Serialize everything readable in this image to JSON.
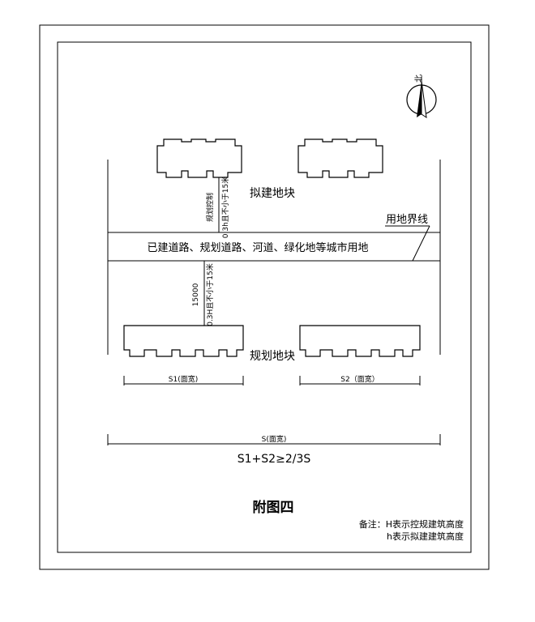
{
  "compass": {
    "label": "北",
    "icon": "north-arrow-icon"
  },
  "blocks": {
    "proposed": "拟建地块",
    "planned": "规划地块"
  },
  "boundary_label": "用地界线",
  "road_label": "已建道路、规划道路、河道、绿化地等城市用地",
  "dimensions": {
    "top_vertical_1": "规划控制",
    "top_vertical_2": "0.3h且不小于15米",
    "bottom_vertical_1": "15000",
    "bottom_vertical_2": "0.3H且不小于15米",
    "s1": "S1(面宽)",
    "s2": "S2（面宽）",
    "s": "S(面宽)"
  },
  "formula": "S1+S2≥2/3S",
  "figure_title": "附图四",
  "notes": {
    "line1": "备注：H表示控规建筑高度",
    "line2": "h表示拟建建筑高度"
  }
}
